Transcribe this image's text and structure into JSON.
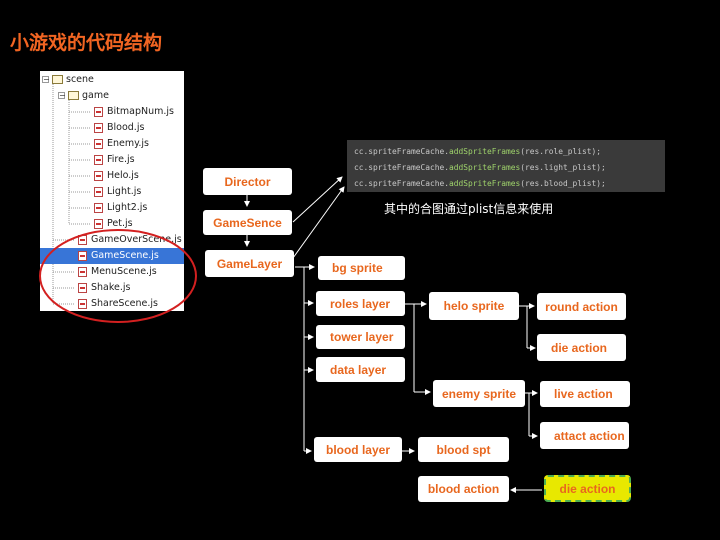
{
  "slide": {
    "title": "小游戏的代码结构"
  },
  "file_tree": {
    "items": [
      {
        "label": "scene",
        "kind": "folder",
        "depth": 0
      },
      {
        "label": "game",
        "kind": "folder",
        "depth": 1
      },
      {
        "label": "BitmapNum.js",
        "kind": "file",
        "depth": 2
      },
      {
        "label": "Blood.js",
        "kind": "file",
        "depth": 2
      },
      {
        "label": "Enemy.js",
        "kind": "file",
        "depth": 2
      },
      {
        "label": "Fire.js",
        "kind": "file",
        "depth": 2
      },
      {
        "label": "Helo.js",
        "kind": "file",
        "depth": 2
      },
      {
        "label": "Light.js",
        "kind": "file",
        "depth": 2
      },
      {
        "label": "Light2.js",
        "kind": "file",
        "depth": 2
      },
      {
        "label": "Pet.js",
        "kind": "file",
        "depth": 2
      },
      {
        "label": "GameOverScene.js",
        "kind": "file",
        "depth": 1
      },
      {
        "label": "GameScene.js",
        "kind": "file",
        "depth": 1,
        "selected": true
      },
      {
        "label": "MenuScene.js",
        "kind": "file",
        "depth": 1
      },
      {
        "label": "Shake.js",
        "kind": "file",
        "depth": 1
      },
      {
        "label": "ShareScene.js",
        "kind": "file",
        "depth": 1
      }
    ],
    "highlight_color": "#d32020"
  },
  "code": {
    "lines": [
      {
        "obj": "cc.spriteFrameCache.",
        "method": "addSpriteFrames",
        "arg": "(res.role_plist);"
      },
      {
        "obj": "cc.spriteFrameCache.",
        "method": "addSpriteFrames",
        "arg": "(res.light_plist);"
      },
      {
        "obj": "cc.spriteFrameCache.",
        "method": "addSpriteFrames",
        "arg": "(res.blood_plist);"
      }
    ],
    "caption": "其中的合图通过plist信息来使用"
  },
  "nodes": {
    "director": "Director",
    "gamesence": "GameSence",
    "gamelayer": "GameLayer",
    "bg_sprite": "bg sprite",
    "roles_layer": "roles layer",
    "tower_layer": "tower layer",
    "data_layer": "data layer",
    "blood_layer": "blood layer",
    "helo_sprite": "helo sprite",
    "enemy_sprite": "enemy sprite",
    "round_action": "round action",
    "die_action": "die action",
    "live_action": "live action",
    "attact_action": "attact action",
    "blood_spt": "blood spt",
    "blood_action": "blood action",
    "die_action_2": "die action"
  },
  "colors": {
    "background": "#000000",
    "title": "#f26522",
    "node_text": "#e8671e",
    "highlight_fill": "#e8e800",
    "highlight_border": "#4caf50"
  }
}
